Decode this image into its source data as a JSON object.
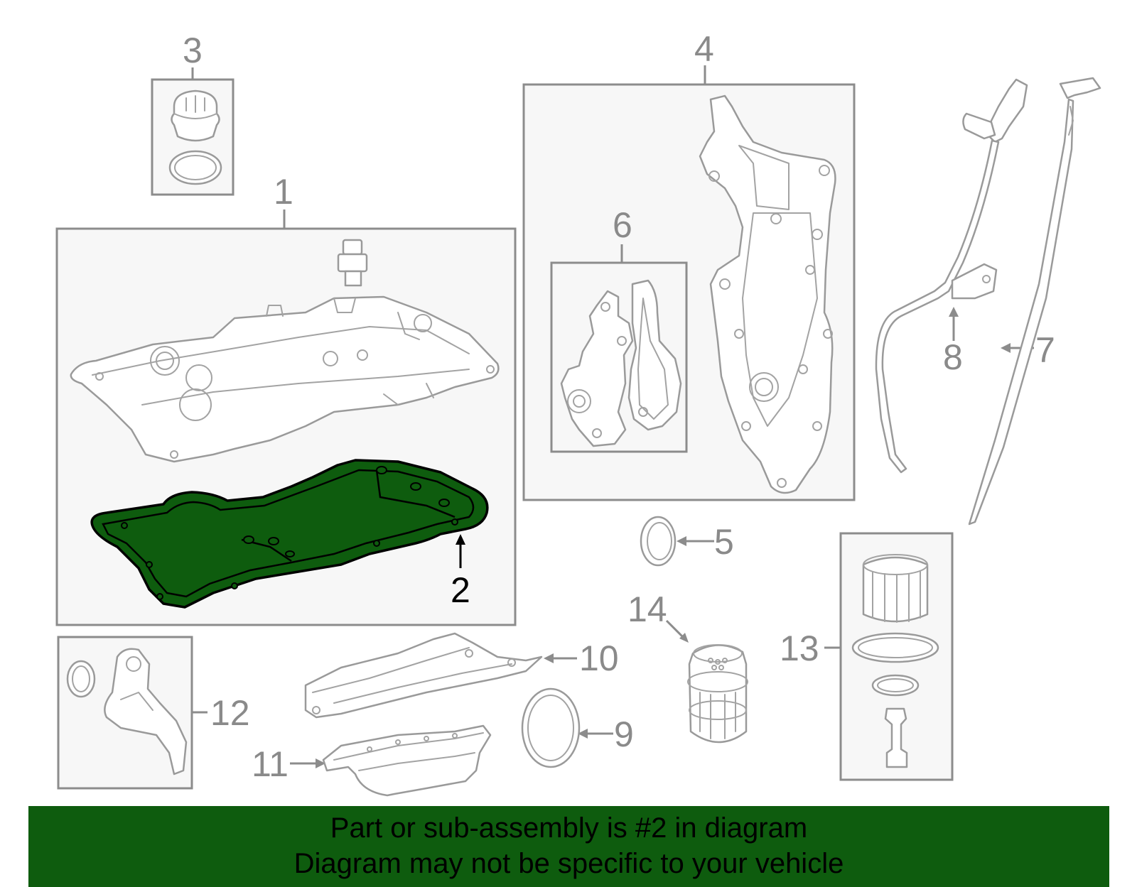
{
  "callouts": {
    "c1": "1",
    "c2": "2",
    "c3": "3",
    "c4": "4",
    "c5": "5",
    "c6": "6",
    "c7": "7",
    "c8": "8",
    "c9": "9",
    "c10": "10",
    "c11": "11",
    "c12": "12",
    "c13": "13",
    "c14": "14"
  },
  "highlighted_part": "2",
  "colors": {
    "highlight": "#0e5c0e",
    "line": "#8c8c8c",
    "banner_text": "#000000"
  },
  "banner": {
    "line1": "Part or sub-assembly is #2 in diagram",
    "line2": "Diagram may not be specific to your vehicle"
  }
}
